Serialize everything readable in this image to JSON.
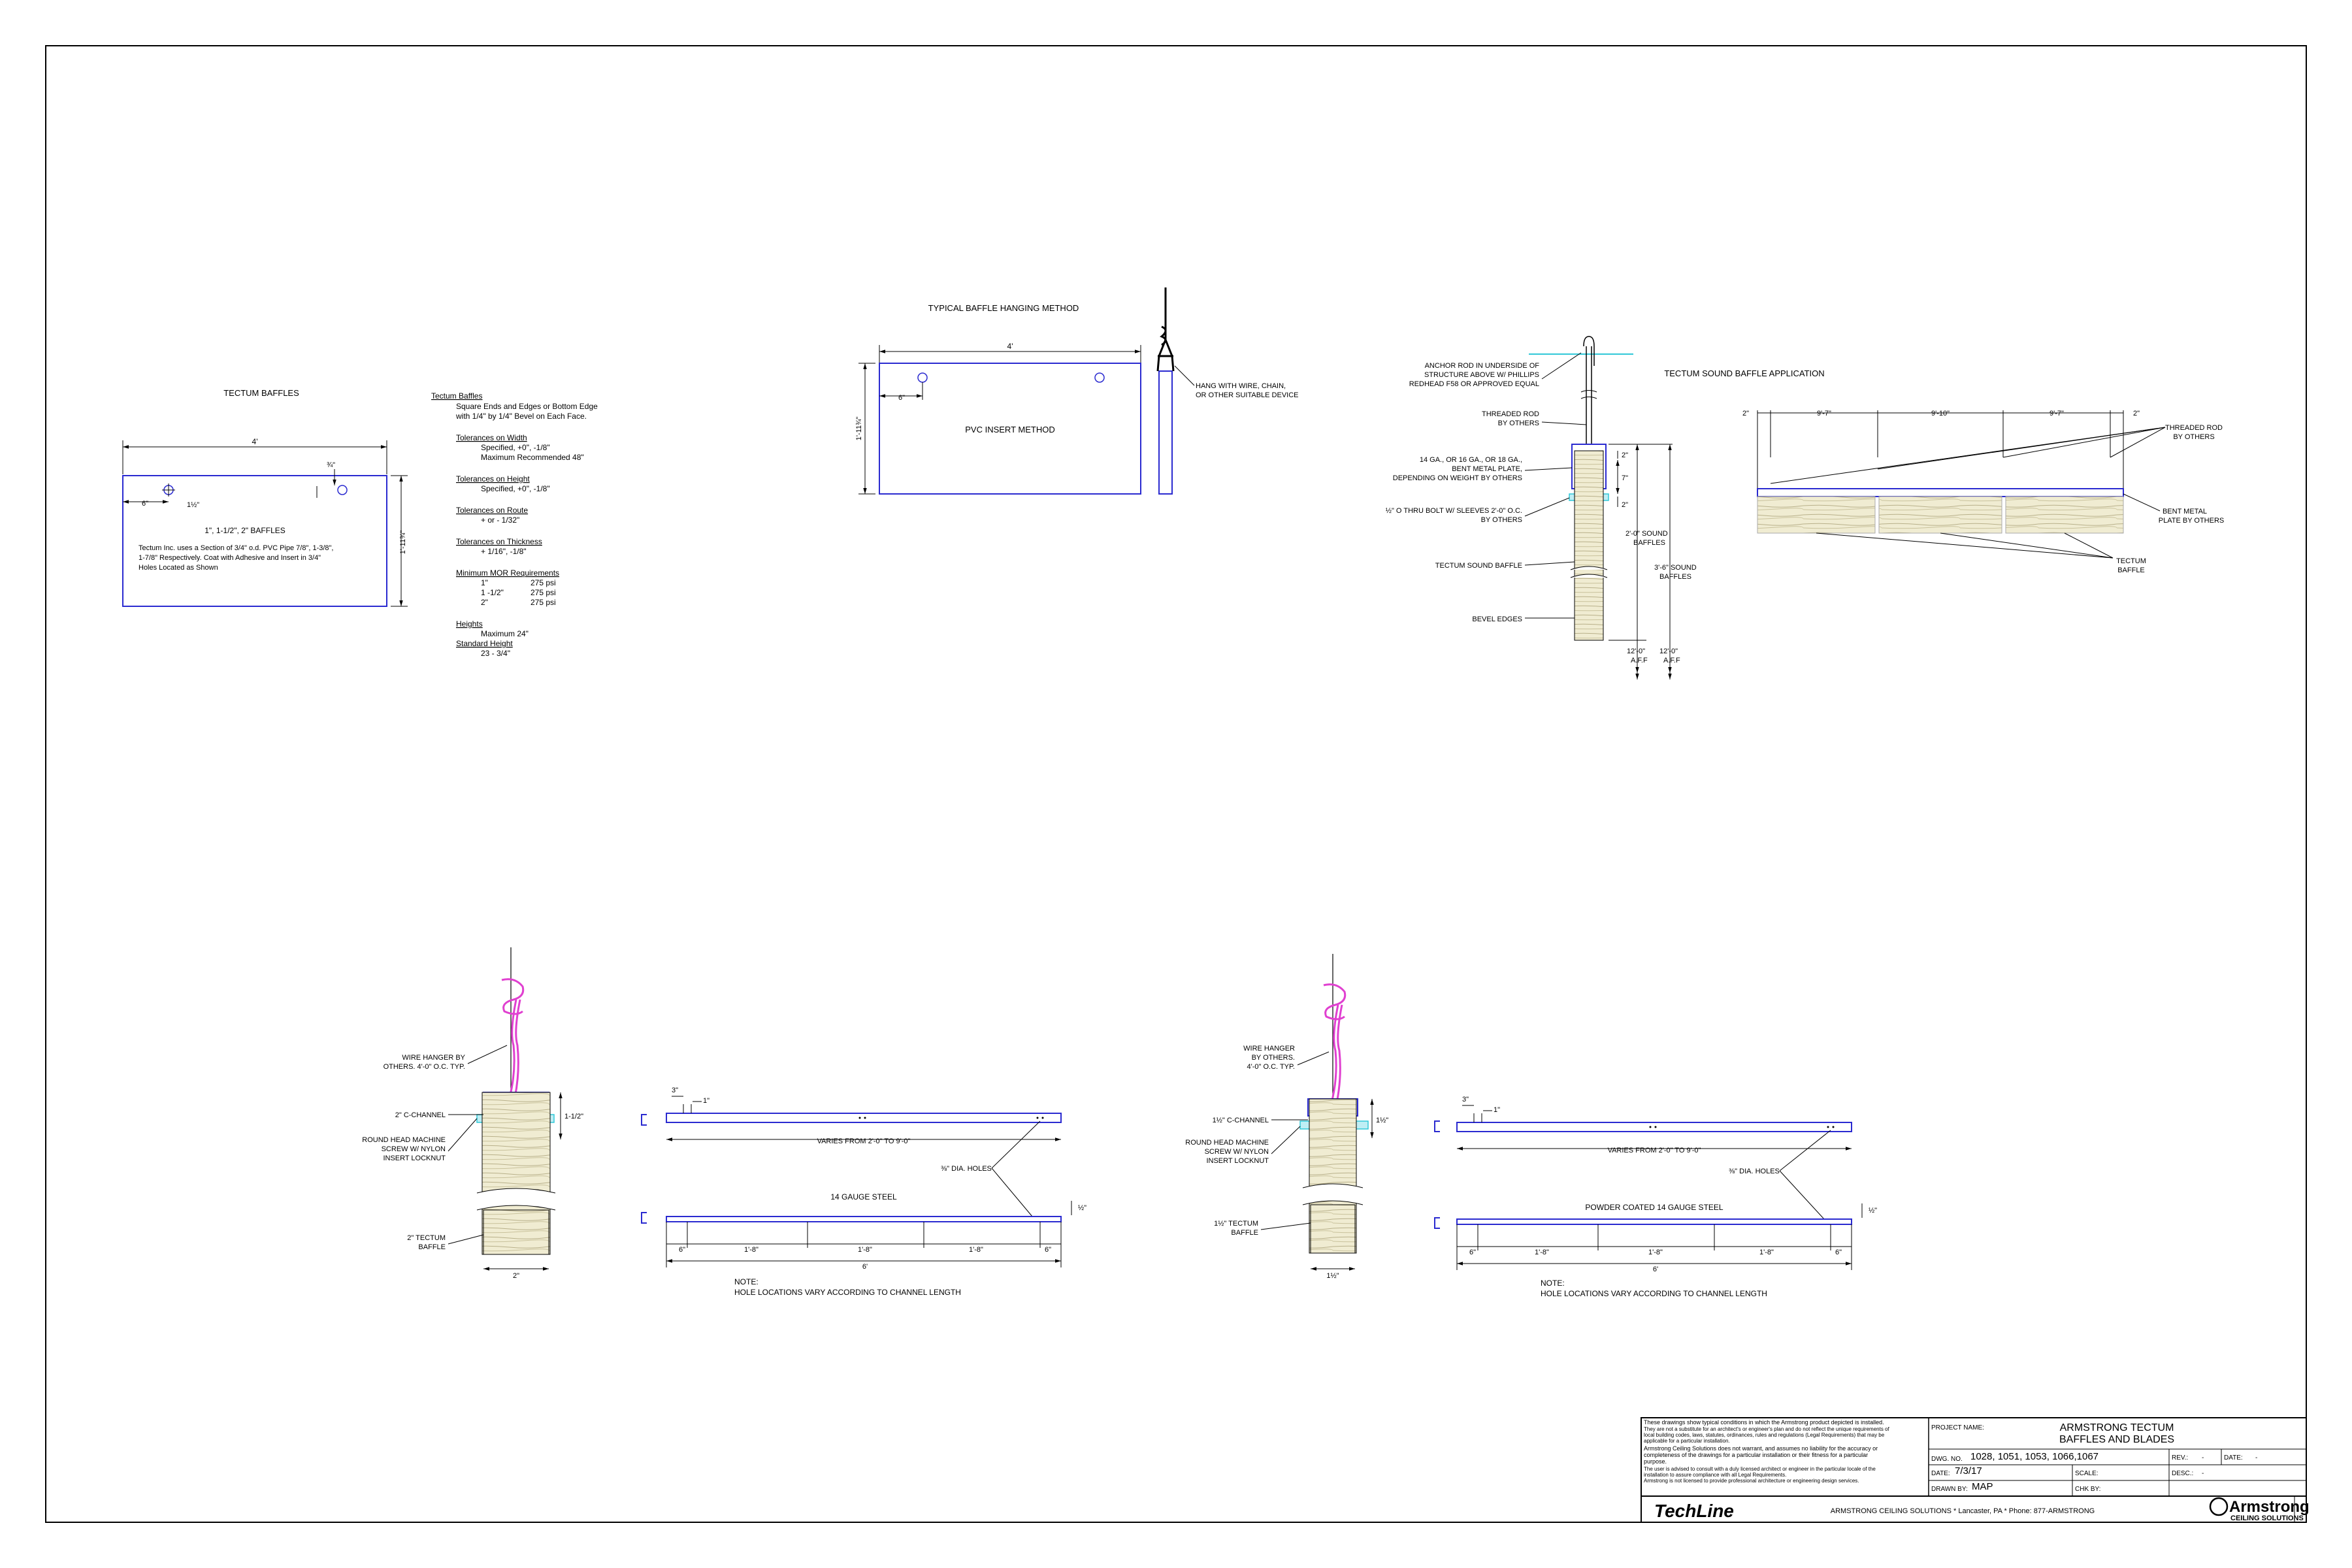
{
  "tectum_baffles": {
    "title": "TECTUM BAFFLES",
    "dim_width": "4'",
    "dim_hole_offset": "6\"",
    "dim_hole_dia": "1½\"",
    "dim_hole_top": "¾\"",
    "dim_height": "1'-11¾\"",
    "caption": "1\", 1-1/2\", 2\" BAFFLES",
    "note_lines": [
      "Tectum Inc. uses a Section of 3/4\" o.d. PVC Pipe 7/8\", 1-3/8\",",
      "1-7/8\" Respectively. Coat with Adhesive and Insert in 3/4\"",
      "Holes Located as Shown"
    ]
  },
  "specs": {
    "heading": "Tectum Baffles",
    "intro": [
      "Square Ends and Edges or Bottom Edge",
      "with 1/4\" by 1/4\" Bevel on Each Face."
    ],
    "groups": [
      {
        "heading": "Tolerances on Width",
        "lines": [
          "Specified, +0\", -1/8\"",
          "Maximum Recommended 48\""
        ]
      },
      {
        "heading": "Tolerances on Height",
        "lines": [
          "Specified, +0\", -1/8\""
        ]
      },
      {
        "heading": "Tolerances on Route",
        "lines": [
          "+ or - 1/32\""
        ]
      },
      {
        "heading": "Tolerances on Thickness",
        "lines": [
          "+ 1/16\", -1/8\""
        ]
      }
    ],
    "mor_heading": "Minimum MOR Requirements",
    "mor_rows": [
      [
        "1\"",
        "275 psi"
      ],
      [
        "1 -1/2\"",
        "275 psi"
      ],
      [
        "2\"",
        "275 psi"
      ]
    ],
    "heights_heading": "Heights",
    "heights_line": "Maximum 24\"",
    "standard_heading": "Standard Height",
    "standard_line": "23 - 3/4\""
  },
  "hanging": {
    "title": "TYPICAL BAFFLE HANGING METHOD",
    "dim_width": "4'",
    "dim_offset": "6\"",
    "dim_height": "1'-11¾\"",
    "center_label": "PVC INSERT METHOD",
    "callout": [
      "HANG WITH WIRE, CHAIN,",
      "OR OTHER SUITABLE DEVICE"
    ]
  },
  "application": {
    "title": "TECTUM SOUND BAFFLE APPLICATION",
    "left_labels": [
      [
        "ANCHOR ROD IN UNDERSIDE OF",
        "STRUCTURE ABOVE W/ PHILLIPS",
        "REDHEAD F58 OR APPROVED EQUAL"
      ],
      [
        "THREADED ROD",
        "BY OTHERS"
      ],
      [
        "14 GA., OR 16 GA., OR 18 GA.,",
        "BENT METAL PLATE,",
        "DEPENDING ON WEIGHT BY OTHERS"
      ],
      [
        "½\" O THRU BOLT W/ SLEEVES 2'-0\" O.C.",
        "BY OTHERS"
      ],
      [
        "TECTUM SOUND BAFFLE"
      ],
      [
        "BEVEL EDGES"
      ]
    ],
    "small_dims": [
      "2\"",
      "7\"",
      "2\""
    ],
    "dim_2ft": [
      "2'-0\" SOUND",
      "BAFFLES"
    ],
    "dim_3ft": [
      "3'-6\" SOUND",
      "BAFFLES"
    ],
    "aff_labels": [
      [
        "12'-0\"",
        "A.F.F"
      ],
      [
        "12'-0\"",
        "A.F.F"
      ]
    ],
    "plan_dims": [
      "2\"",
      "9'-7\"",
      "9'-10\"",
      "9'-7\"",
      "2\""
    ],
    "right_labels": [
      [
        "THREADED ROD",
        "BY OTHERS"
      ],
      [
        "BENT METAL",
        "PLATE BY OTHERS"
      ],
      [
        "TECTUM",
        "BAFFLE"
      ]
    ]
  },
  "detail_14": {
    "labels": [
      [
        "WIRE HANGER BY",
        "OTHERS. 4'-0\" O.C. TYP."
      ],
      [
        "2\" C-CHANNEL"
      ],
      [
        "ROUND HEAD MACHINE",
        "SCREW W/ NYLON",
        "INSERT LOCKNUT"
      ],
      [
        "2\" TECTUM",
        "BAFFLE"
      ]
    ],
    "dim_side": "1-1/2\"",
    "dim_bottom": "2\"",
    "dim_small_top": "3\"",
    "dim_small_right": "1\"",
    "varies": "VARIES FROM  2'-0\" TO 9'-0\"",
    "holes": "⅜\" DIA. HOLES",
    "steel": "14 GAUGE STEEL",
    "dim_half": "½\"",
    "seg_dims": [
      "6\"",
      "1'-8\"",
      "1'-8\"",
      "1'-8\"",
      "6\""
    ],
    "total": "6'",
    "note": [
      "NOTE:",
      "HOLE LOCATIONS VARY ACCORDING TO CHANNEL LENGTH"
    ]
  },
  "detail_powder": {
    "labels": [
      [
        "WIRE HANGER",
        "BY OTHERS.",
        "4'-0\" O.C. TYP."
      ],
      [
        "1½\" C-CHANNEL"
      ],
      [
        "ROUND HEAD MACHINE",
        "SCREW W/ NYLON",
        "INSERT LOCKNUT"
      ],
      [
        "1½\" TECTUM",
        "BAFFLE"
      ]
    ],
    "dim_side": "1½\"",
    "dim_bottom": "1½\"",
    "dim_small_top": "3\"",
    "dim_small_right": "1\"",
    "varies": "VARIES FROM  2'-0\" TO 9'-0\"",
    "holes": "⅜\" DIA. HOLES",
    "steel": "POWDER COATED 14 GAUGE STEEL",
    "dim_half": "½\"",
    "seg_dims": [
      "6\"",
      "1'-8\"",
      "1'-8\"",
      "1'-8\"",
      "6\""
    ],
    "total": "6'",
    "note": [
      "NOTE:",
      "HOLE LOCATIONS VARY ACCORDING TO CHANNEL LENGTH"
    ]
  },
  "title_block": {
    "disclaimer_lines": [
      "These drawings show typical conditions in which the Armstrong product depicted is installed.",
      "They are not a substitute for an architect's or engineer's plan and do not reflect the unique requirements of",
      "local building codes, laws, statutes, ordinances, rules and regulations (Legal Requirements) that may be",
      "applicable for a particular installation.",
      "Armstrong Ceiling Solutions does not warrant, and assumes no liability for the accuracy or",
      "completeness of the drawings for a particular installation or their fitness for a particular",
      "purpose.",
      "The user is advised to consult with a duly licensed architect or engineer in the particular locale of the",
      "installation to assure compliance with all Legal Requirements.",
      "Armstrong is not licensed to provide professional architecture or engineering design services."
    ],
    "project_name_label": "PROJECT NAME:",
    "project_name": [
      "ARMSTRONG TECTUM",
      "BAFFLES AND BLADES"
    ],
    "dwg_label": "DWG. NO.",
    "dwg_value": "1028, 1051, 1053, 1066,1067",
    "rev_label": "REV.:",
    "rev_value": "-",
    "date_label": "DATE:",
    "date_value": "7/3/17",
    "date2_label": "DATE:",
    "date2_value": "-",
    "scale_label": "SCALE:",
    "desc_label": "DESC.:",
    "desc_value": "-",
    "drawn_label": "DRAWN BY:",
    "drawn_value": "MAP",
    "chk_label": "CHK BY:",
    "techline_brand": "TechLine",
    "footer": "ARMSTRONG CEILING SOLUTIONS * Lancaster, PA * Phone: 877-ARMSTRONG",
    "armstrong_logo": "Armstrong",
    "armstrong_sub": "CEILING SOLUTIONS"
  },
  "colors": {
    "outline": "#2a2ad0",
    "magenta": "#e040d0",
    "cyan": "#30c8d8",
    "wood": "#f0ecd2",
    "wood_grain": "#b8b08a"
  }
}
